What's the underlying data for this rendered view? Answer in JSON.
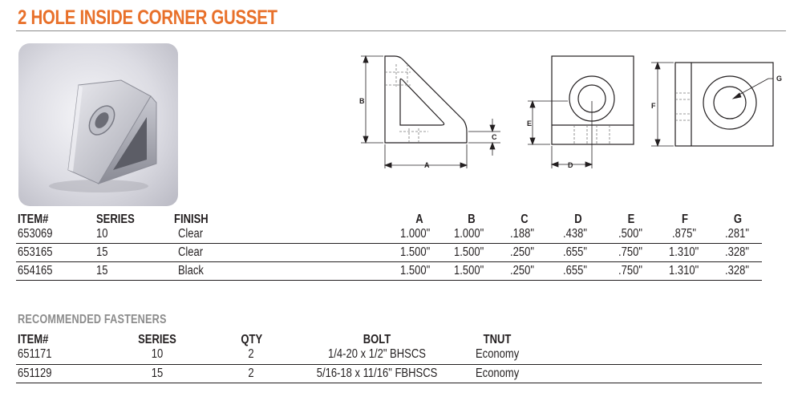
{
  "title": "2 HOLE INSIDE CORNER GUSSET",
  "drawing_labels": {
    "a": "A",
    "b": "B",
    "c": "C",
    "d": "D",
    "e": "E",
    "f": "F",
    "g": "G"
  },
  "specs": {
    "headers": {
      "item": "ITEM#",
      "series": "SERIES",
      "finish": "FINISH",
      "a": "A",
      "b": "B",
      "c": "C",
      "d": "D",
      "e": "E",
      "f": "F",
      "g": "G"
    },
    "rows": [
      {
        "item": "653069",
        "series": "10",
        "finish": "Clear",
        "a": "1.000\"",
        "b": "1.000\"",
        "c": ".188\"",
        "d": ".438\"",
        "e": ".500\"",
        "f": ".875\"",
        "g": ".281\""
      },
      {
        "item": "653165",
        "series": "15",
        "finish": "Clear",
        "a": "1.500\"",
        "b": "1.500\"",
        "c": ".250\"",
        "d": ".655\"",
        "e": ".750\"",
        "f": "1.310\"",
        "g": ".328\""
      },
      {
        "item": "654165",
        "series": "15",
        "finish": "Black",
        "a": "1.500\"",
        "b": "1.500\"",
        "c": ".250\"",
        "d": ".655\"",
        "e": ".750\"",
        "f": "1.310\"",
        "g": ".328\""
      }
    ]
  },
  "fasteners": {
    "title": "RECOMMENDED FASTENERS",
    "headers": {
      "item": "ITEM#",
      "series": "SERIES",
      "qty": "QTY",
      "bolt": "BOLT",
      "tnut": "TNUT"
    },
    "rows": [
      {
        "item": "651171",
        "series": "10",
        "qty": "2",
        "bolt": "1/4-20 x 1/2\" BHSCS",
        "tnut": "Economy"
      },
      {
        "item": "651129",
        "series": "15",
        "qty": "2",
        "bolt": "5/16-18 x 11/16\" FBHSCS",
        "tnut": "Economy"
      }
    ]
  },
  "colors": {
    "accent": "#e8702a",
    "text": "#231f20",
    "muted": "#8c8c8c"
  }
}
